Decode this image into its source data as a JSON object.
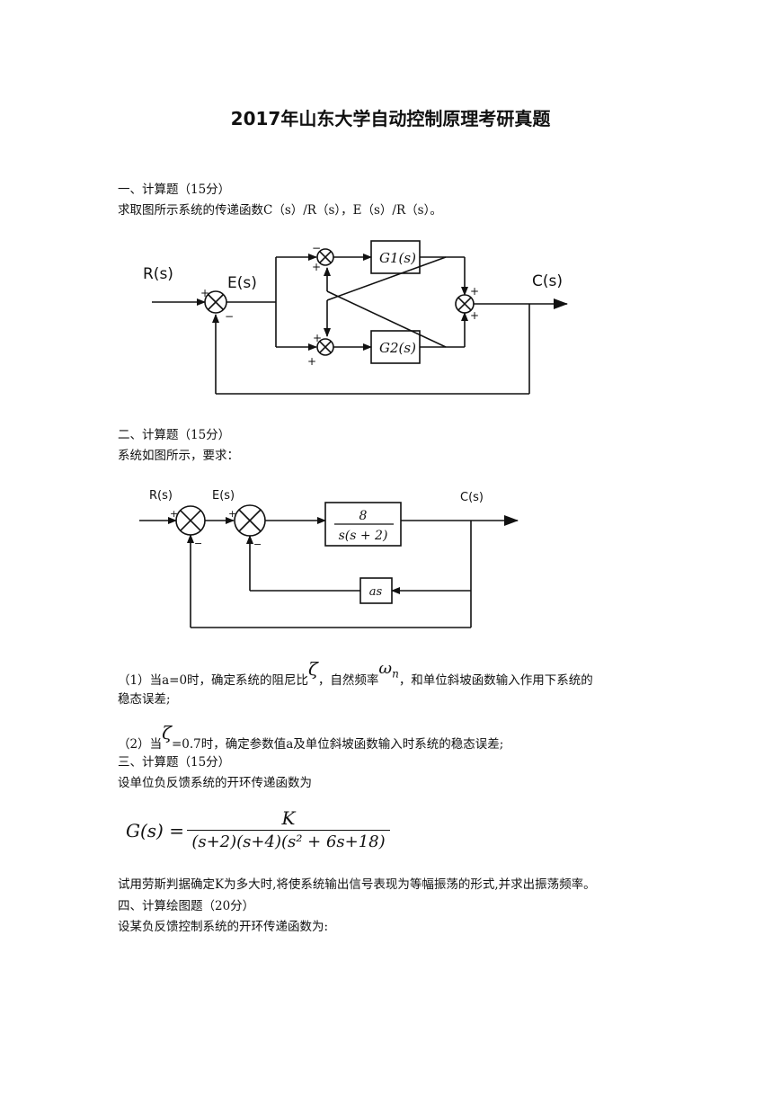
{
  "title": "2017年山东大学自动控制原理考研真题",
  "q1": {
    "heading": "一、计算题（15分）",
    "text": "求取图所示系统的传递函数C（s）/R（s），E（s）/R（s）。",
    "diagram": {
      "input": "R(s)",
      "error": "E(s)",
      "output": "C(s)",
      "g1": "G1(s)",
      "g2": "G2(s)",
      "plus": "+",
      "minus": "−"
    }
  },
  "q2": {
    "heading": "二、计算题（15分）",
    "text": "系统如图所示，要求：",
    "diagram": {
      "input": "R(s)",
      "error": "E(s)",
      "output": "C(s)",
      "num": "8",
      "den": "s(s + 2)",
      "feedback": "as",
      "plus": "+",
      "minus": "−"
    },
    "p1_a": "（1）当a=0时，确定系统的阻尼比",
    "p1_zeta": "ζ",
    "p1_b": "，自然频率",
    "p1_omega": "ω",
    "p1_n": "n",
    "p1_c": "，和单位斜坡函数输入作用下系统的",
    "p1_d": "稳态误差;",
    "p2_a": "（2）当",
    "p2_zeta": "ζ",
    "p2_b": "=0.7时，确定参数值a及单位斜坡函数输入时系统的稳态误差;"
  },
  "q3": {
    "heading": "三、计算题（15分）",
    "text": "设单位负反馈系统的开环传递函数为",
    "formula_lhs": "G(s) =",
    "formula_num": "K",
    "formula_den": "(s+2)(s+4)(s² + 6s+18)",
    "after": "试用劳斯判据确定K为多大时,将使系统输出信号表现为等幅振荡的形式,并求出振荡频率。"
  },
  "q4": {
    "heading": "四、计算绘图题（20分）",
    "text": "设某负反馈控制系统的开环传递函数为:"
  }
}
